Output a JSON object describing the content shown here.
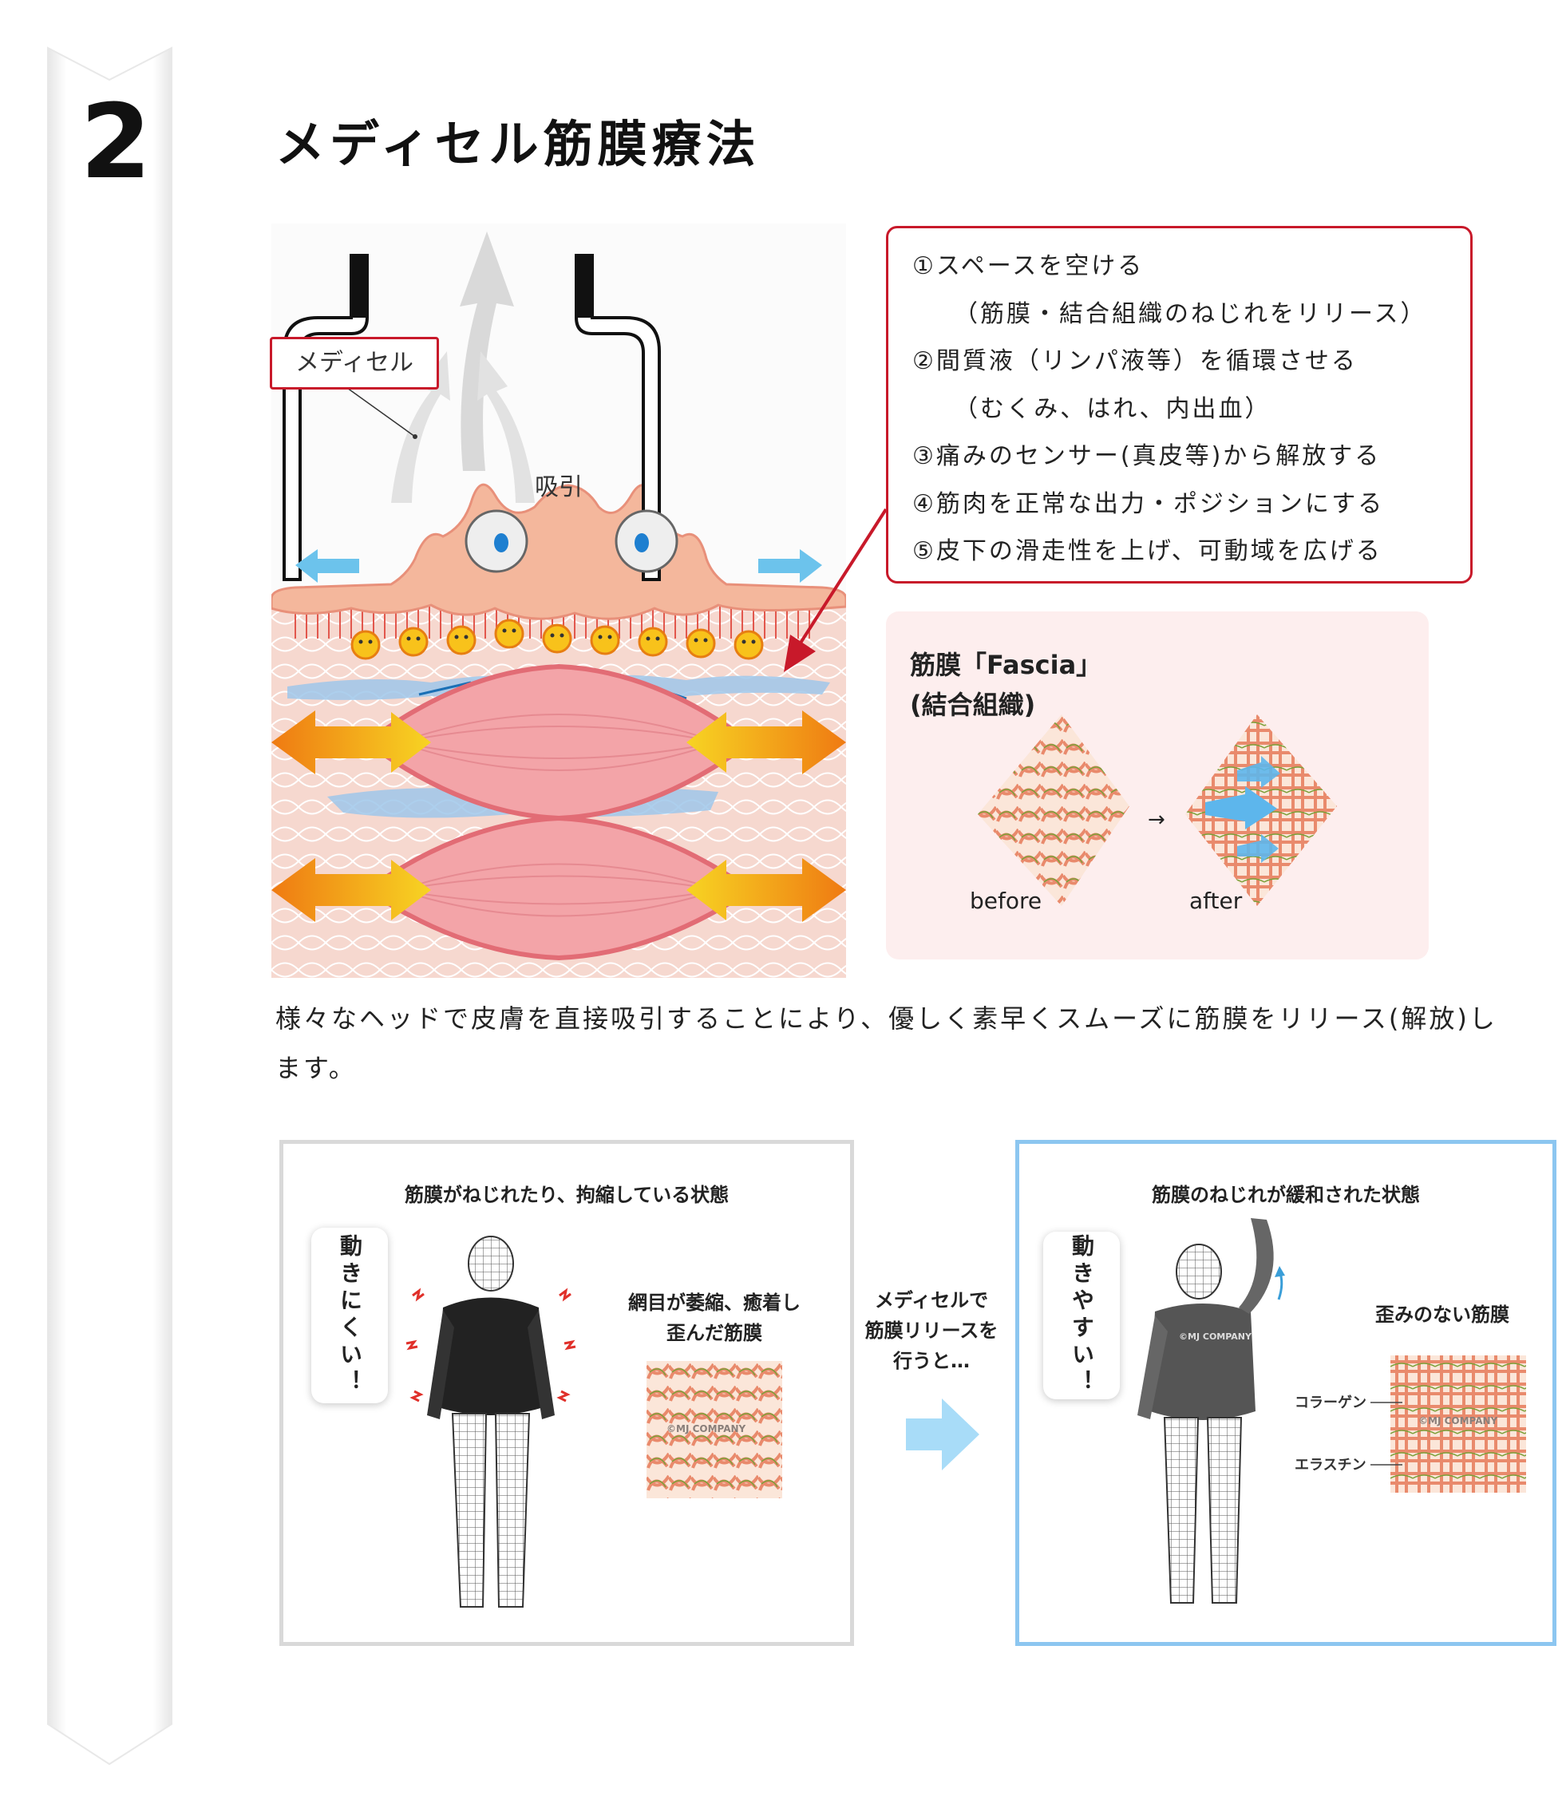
{
  "step": {
    "number": "2"
  },
  "page_title": "メディセル筋膜療法",
  "illustration": {
    "device_label": "メディセル",
    "suction_label": "吸引"
  },
  "benefits": [
    "①スペースを空ける",
    "（筋膜・結合組織のねじれをリリース）",
    "②間質液（リンパ液等）を循環させる",
    "（むくみ、はれ、内出血）",
    "③痛みのセンサー(真皮等)から解放する",
    "④筋肉を正常な出力・ポジションにする",
    "⑤皮下の滑走性を上げ、可動域を広げる"
  ],
  "fascia": {
    "title_line1": "筋膜「Fascia」",
    "title_line2": "(結合組織)",
    "before_label": "before",
    "after_label": "after"
  },
  "description": "様々なヘッドで皮膚を直接吸引することにより、優しく素早くスムーズに筋膜をリリース(解放)します。",
  "comparison": {
    "left": {
      "title": "筋膜がねじれたり、拘縮している状態",
      "bubble": "動きにくい！",
      "note_line1": "網目が萎縮、癒着し",
      "note_line2": "歪んだ筋膜",
      "watermark": "©MJ COMPANY"
    },
    "middle": {
      "line1": "メディセルで",
      "line2": "筋膜リリースを",
      "line3": "行うと…"
    },
    "right": {
      "title": "筋膜のねじれが緩和された状態",
      "bubble": "動きやすい！",
      "note": "歪みのない筋膜",
      "collagen_label": "コラーゲン",
      "elastin_label": "エラスチン",
      "watermark": "©MJ COMPANY",
      "jacket_watermark": "©MJ COMPANY"
    }
  },
  "colors": {
    "accent_red": "#c8192a",
    "accent_blue": "#8cc6f0",
    "skin": "#f4b79c",
    "muscle": "#e97f87",
    "arrow_orange": "#f08a1c"
  }
}
